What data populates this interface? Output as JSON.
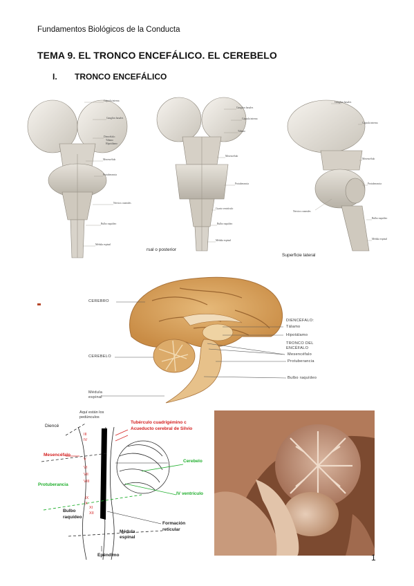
{
  "header": "Fundamentos Biológicos de la Conducta",
  "title": "TEMA 9. EL TRONCO ENCEFÁLICO. EL CEREBELO",
  "section": {
    "number": "I.",
    "title": "TRONCO ENCEFÁLICO"
  },
  "fig1": {
    "labels_a": [
      "Cápsula interna",
      "Ganglios basales",
      "Diencéfalo:",
      "Tálamo",
      "Hipotálamo",
      "Mesencéfalo",
      "Protuberancia",
      "Nervios craneales",
      "Bulbo raquídeo",
      "Médula espinal"
    ],
    "labels_b": [
      "Ganglios basales",
      "Cápsula interna",
      "Tálamo",
      "Mesencéfalo",
      "Protuberancia",
      "Cuarto ventrículo",
      "Bulbo raquídeo",
      "Médula espinal"
    ],
    "labels_c": [
      "Ganglios basales",
      "Cápsula interna",
      "Mesencéfalo",
      "Protuberancia",
      "Nervios craneales",
      "Bulbo raquídeo",
      "Médula espinal"
    ],
    "caption_b": "rsal o posterior",
    "caption_c": "Superficie lateral"
  },
  "fig2": {
    "cerebro": "CEREBRO",
    "cerebelo": "CEREBELO",
    "diencefalo": "DIENCÉFALO:",
    "talamo": "Tálamo",
    "hipotalamo": "Hipotálamo",
    "tronco1": "TRONCO DEL",
    "tronco2": "ENCÉFALO",
    "mesencefalo": "Mesencéfalo",
    "protuberancia": "Protuberancia",
    "bulbo": "Bulbo raquídeo",
    "medula1": "Médula",
    "medula2": "espinal"
  },
  "fig3": {
    "aqui1": "Aquí están los",
    "aqui2": "pedúnculos",
    "dienc": "Diencé",
    "tuberculo": "Tubérculo cuadrigémino c",
    "acueducto": "Acueducto cerebral de Silvio",
    "mesencefalo": "Mesencéfalo",
    "cerebelo": "Cerebelo",
    "protuberancia": "Protuberancia",
    "ivventriculo": "IV ventrículo",
    "bulbo1": "Bulbo",
    "bulbo2": "raquídeo",
    "medula1": "Médula",
    "medula2": "espinal",
    "formacion1": "Formación",
    "formacion2": "reticular",
    "ependimo": "Epéndimo",
    "nerves": [
      "III",
      "IV",
      "V",
      "VI",
      "VII",
      "VIII",
      "IX",
      "X",
      "XI",
      "XII"
    ]
  },
  "page_number": "1",
  "colors": {
    "red": "#d42020",
    "green": "#1fae2c",
    "tissue": "#d8a86a"
  }
}
